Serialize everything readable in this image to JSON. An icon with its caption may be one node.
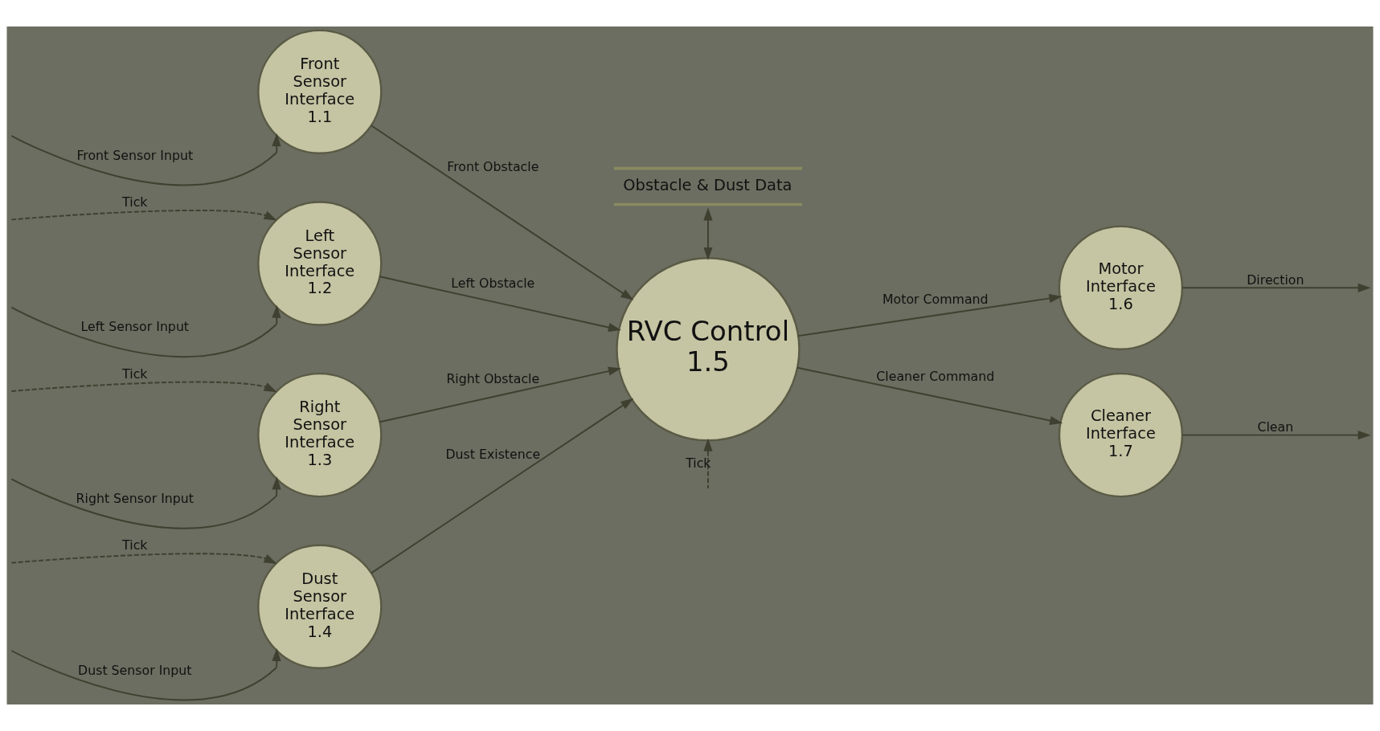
{
  "diagram": {
    "nodes": [
      {
        "text": [
          "Front Sensor Interface",
          "1.1"
        ]
      },
      {
        "text": [
          "Left Sensor Interface",
          "1.2"
        ]
      },
      {
        "text": [
          "Right Sensor Interface",
          "1.3"
        ]
      },
      {
        "text": [
          "Dust Sensor Interface",
          "1.4"
        ]
      },
      {
        "text": [
          "Obstacle & Dust Data"
        ]
      },
      {
        "text": [
          "RVC Control",
          "1.5"
        ]
      },
      {
        "text": [
          "Motor Interface",
          "1.6"
        ]
      },
      {
        "text": [
          "Cleaner Interface",
          "1.7"
        ]
      }
    ],
    "edges": [
      {
        "from": null,
        "to": 0,
        "arrow": "to",
        "label": "Front Sensor Input"
      },
      {
        "from": null,
        "to": 1,
        "arrow": "to",
        "label": "Left Sensor Input"
      },
      {
        "from": null,
        "to": 1,
        "arrow": "to",
        "label": "Tick",
        "style": "dashed"
      },
      {
        "from": null,
        "to": 2,
        "arrow": "to",
        "label": "Right Sensor Input"
      },
      {
        "from": null,
        "to": 2,
        "arrow": "to",
        "label": "Tick",
        "style": "dashed"
      },
      {
        "from": null,
        "to": 3,
        "arrow": "to",
        "label": "Dust Sensor Input"
      },
      {
        "from": null,
        "to": 3,
        "arrow": "to",
        "label": "Tick",
        "style": "dashed"
      },
      {
        "from": 0,
        "to": 5,
        "arrow": "to",
        "label": "Front Obstacle"
      },
      {
        "from": 1,
        "to": 5,
        "arrow": "to",
        "label": "Left Obstacle"
      },
      {
        "from": 2,
        "to": 5,
        "arrow": "to",
        "label": "Right Obstacle"
      },
      {
        "from": 3,
        "to": 5,
        "arrow": "to",
        "label": "Dust Existence"
      },
      {
        "from": 4,
        "to": 5,
        "arrow": "both"
      },
      {
        "from": null,
        "to": 5,
        "arrow": "to",
        "label": "Tick",
        "style": "dashed"
      },
      {
        "from": 5,
        "to": 6,
        "arrow": "to",
        "label": "Motor Command"
      },
      {
        "from": 5,
        "to": 7,
        "arrow": "to",
        "label": "Cleaner Command"
      },
      {
        "from": 6,
        "to": null,
        "arrow": "to",
        "label": "Direction"
      },
      {
        "from": 7,
        "to": null,
        "arrow": "to",
        "label": "Clean"
      }
    ]
  }
}
